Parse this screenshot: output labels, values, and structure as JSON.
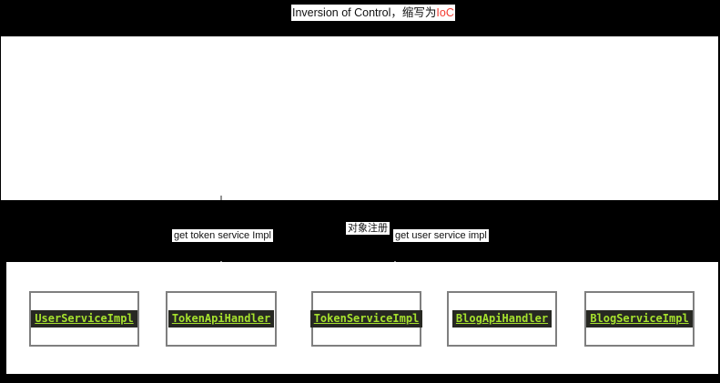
{
  "title": {
    "prefix": "Inversion of Control，缩写为",
    "highlight": "IoC"
  },
  "flow_labels": {
    "get_token": "get token service Impl",
    "object_registry": "对象注册",
    "get_user": "get user service impl"
  },
  "beans": {
    "items": [
      {
        "label": "UserServiceImpl"
      },
      {
        "label": "TokenApiHandler"
      },
      {
        "label": "TokenServiceImpl"
      },
      {
        "label": "BlogApiHandler"
      },
      {
        "label": "BlogServiceImpl"
      }
    ]
  },
  "colors": {
    "bean_text": "#a6e22e",
    "bean_strip_bg": "#272822",
    "title_highlight": "#f43b30",
    "connector_line": "#949494",
    "box_border": "#7f7f7f"
  }
}
